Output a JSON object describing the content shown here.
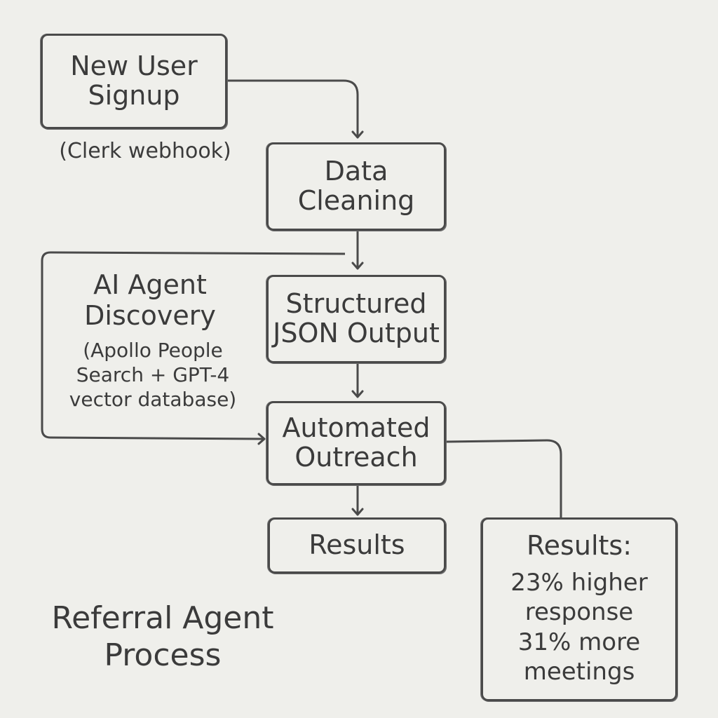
{
  "diagram": {
    "title": [
      "Referral Agent",
      "Process"
    ],
    "nodes": {
      "signup": [
        "New User",
        "Signup"
      ],
      "signup_note": "(Clerk webhook)",
      "cleaning": [
        "Data",
        "Cleaning"
      ],
      "discovery": [
        "AI Agent",
        "Discovery"
      ],
      "discovery_note": [
        "(Apollo People",
        "Search + GPT-4",
        "vector database)"
      ],
      "json_output": [
        "Structured",
        "JSON Output"
      ],
      "outreach": [
        "Automated",
        "Outreach"
      ],
      "results": "Results",
      "stats": {
        "heading": "Results:",
        "lines": [
          "23% higher",
          "response",
          "31% more",
          "meetings"
        ]
      }
    },
    "colors": {
      "background": "#efefeb",
      "ink": "#3b3b3b"
    }
  }
}
